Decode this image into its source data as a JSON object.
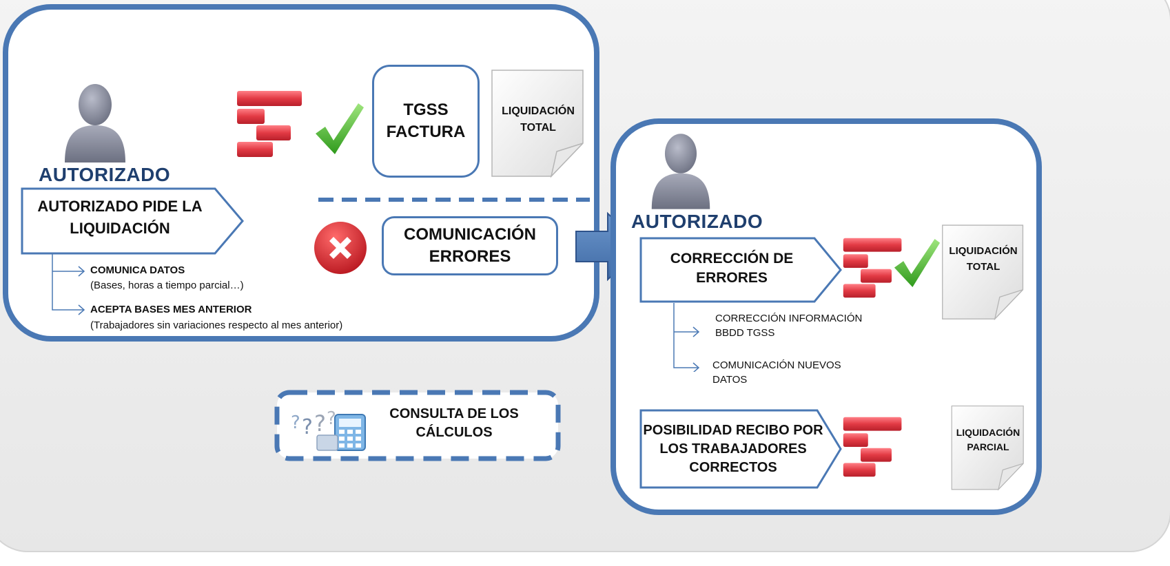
{
  "left_panel": {
    "role_label": "AUTORIZADO",
    "request_callout": "AUTORIZADO PIDE LA\nLIQUIDACIÓN",
    "bullets": [
      {
        "title": "COMUNICA DATOS",
        "detail": "(Bases, horas a tiempo parcial…)"
      },
      {
        "title": "ACEPTA BASES MES ANTERIOR",
        "detail": "(Trabajadores sin variaciones respecto al mes anterior)"
      }
    ],
    "success_box": "TGSS\nFACTURA",
    "success_doc": "LIQUIDACIÓN\nTOTAL",
    "error_box": "COMUNICACIÓN\nERRORES"
  },
  "consult_box": "CONSULTA DE LOS\nCÁLCULOS",
  "right_panel": {
    "role_label": "AUTORIZADO",
    "correction_callout": "CORRECCIÓN DE\nERRORES",
    "correction_doc": "LIQUIDACIÓN\nTOTAL",
    "bullets": [
      "CORRECCIÓN INFORMACIÓN\nBBDD TGSS",
      "COMUNICACIÓN NUEVOS\nDATOS"
    ],
    "partial_callout": "POSIBILIDAD RECIBO POR\nLOS TRABAJADORES\nCORRECTOS",
    "partial_doc": "LIQUIDACIÓN\nPARCIAL"
  },
  "colors": {
    "panel_border": "#4a78b4",
    "title_blue": "#1f3f6e",
    "brick_red": "#e0404a",
    "check_green": "#5cc83a",
    "error_red": "#d8232a"
  },
  "icons": [
    "person-icon",
    "brick-stack-icon",
    "checkmark-icon",
    "document-icon",
    "error-x-icon",
    "calculator-icon",
    "arrow-right-icon"
  ]
}
